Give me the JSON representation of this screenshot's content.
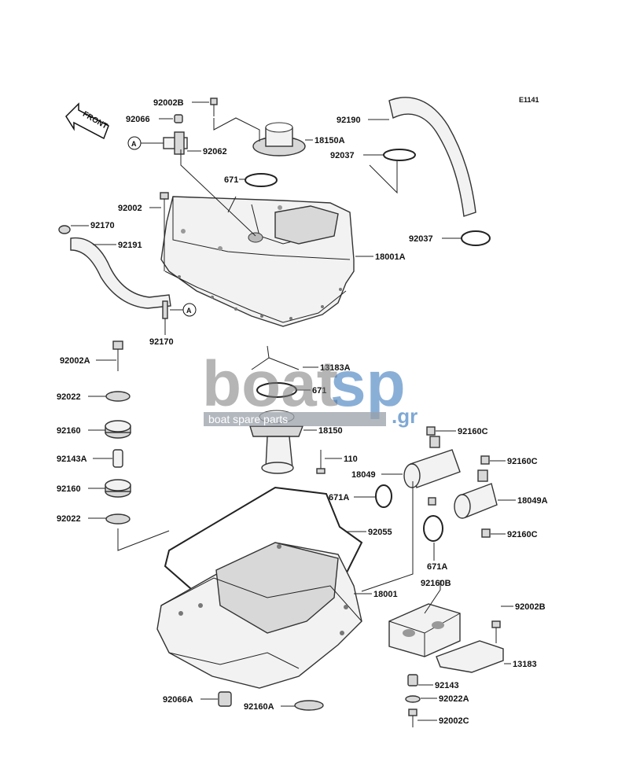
{
  "diagram_code": "E1141",
  "front_label": "FRONT",
  "watermark": {
    "main_left": "boat",
    "main_right": "sp",
    "sub": "boat spare parts",
    "tld": ".gr"
  },
  "callouts": {
    "a1": "A",
    "a2": "A"
  },
  "labels": [
    {
      "id": "92002B",
      "text": "92002B"
    },
    {
      "id": "92066",
      "text": "92066"
    },
    {
      "id": "92062",
      "text": "92062"
    },
    {
      "id": "18150A",
      "text": "18150A"
    },
    {
      "id": "92190",
      "text": "92190"
    },
    {
      "id": "92037-top",
      "text": "92037"
    },
    {
      "id": "671-top",
      "text": "671"
    },
    {
      "id": "92002",
      "text": "92002"
    },
    {
      "id": "92170-top",
      "text": "92170"
    },
    {
      "id": "92191",
      "text": "92191"
    },
    {
      "id": "92037-right",
      "text": "92037"
    },
    {
      "id": "18001A",
      "text": "18001A"
    },
    {
      "id": "92170-bottom",
      "text": "92170"
    },
    {
      "id": "92002A",
      "text": "92002A"
    },
    {
      "id": "13183A",
      "text": "13183A"
    },
    {
      "id": "671-mid",
      "text": "671"
    },
    {
      "id": "92022-top",
      "text": "92022"
    },
    {
      "id": "18150",
      "text": "18150"
    },
    {
      "id": "92160-top",
      "text": "92160"
    },
    {
      "id": "92160C-top",
      "text": "92160C"
    },
    {
      "id": "110",
      "text": "110"
    },
    {
      "id": "92143A",
      "text": "92143A"
    },
    {
      "id": "18049",
      "text": "18049"
    },
    {
      "id": "92160C-mid",
      "text": "92160C"
    },
    {
      "id": "92160-bottom",
      "text": "92160"
    },
    {
      "id": "671A-left",
      "text": "671A"
    },
    {
      "id": "18049A",
      "text": "18049A"
    },
    {
      "id": "92022-bottom",
      "text": "92022"
    },
    {
      "id": "92055",
      "text": "92055"
    },
    {
      "id": "92160C-bottom",
      "text": "92160C"
    },
    {
      "id": "671A-bottom",
      "text": "671A"
    },
    {
      "id": "92160B",
      "text": "92160B"
    },
    {
      "id": "18001",
      "text": "18001"
    },
    {
      "id": "92002B-right",
      "text": "92002B"
    },
    {
      "id": "13183",
      "text": "13183"
    },
    {
      "id": "92143",
      "text": "92143"
    },
    {
      "id": "92066A",
      "text": "92066A"
    },
    {
      "id": "92160A",
      "text": "92160A"
    },
    {
      "id": "92022A",
      "text": "92022A"
    },
    {
      "id": "92002C",
      "text": "92002C"
    }
  ]
}
